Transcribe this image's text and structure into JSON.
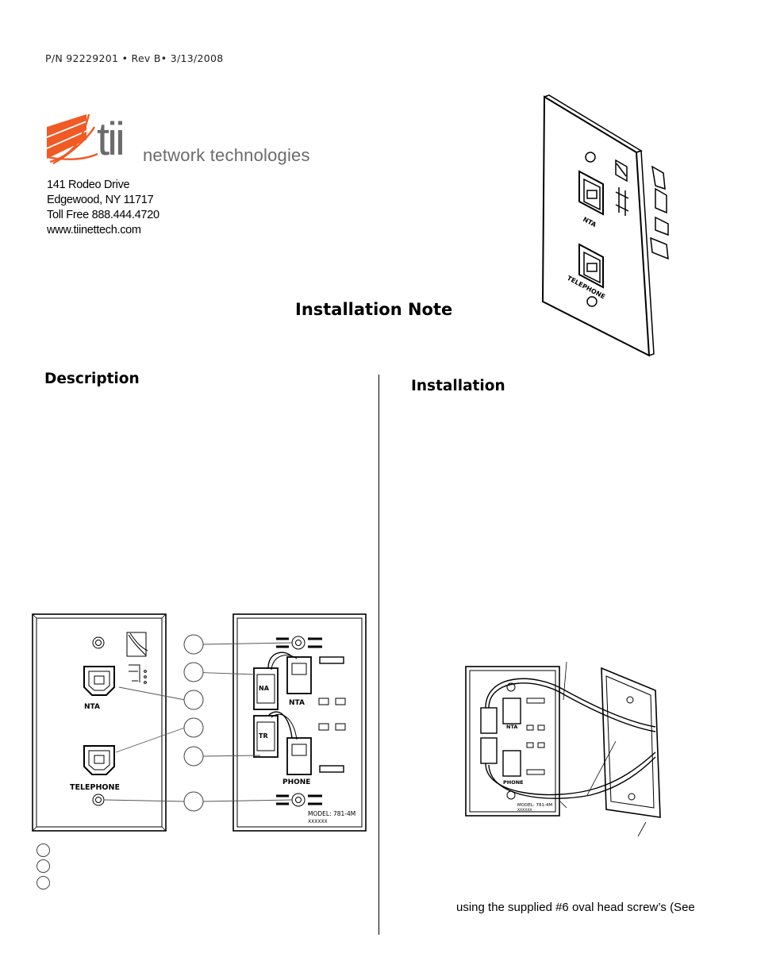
{
  "header": {
    "part_number": "P/N 92229201 • Rev B• 3/13/2008"
  },
  "logo": {
    "wordmark": "tii",
    "tagline": "network technologies",
    "accent_color": "#f15a24"
  },
  "address": {
    "line1": "141 Rodeo Drive",
    "line2": "Edgewood, NY 11717",
    "line3": "Toll Free 888.444.4720",
    "line4": "www.tiinettech.com"
  },
  "document": {
    "title": "Installation Note"
  },
  "sections": {
    "description": "Description",
    "installation": "Installation"
  },
  "photo_labels": {
    "upper_jack": "NTA",
    "lower_jack": "TELEPHONE"
  },
  "front_diagram": {
    "jack_top": "NTA",
    "jack_bottom": "TELEPHONE"
  },
  "rear_diagram": {
    "module_top": "NA",
    "module_bottom": "TR",
    "jack_top": "NTA",
    "jack_bottom": "PHONE",
    "model": "MODEL: 781-4M",
    "serial": "XXXXXX"
  },
  "install_diagram": {
    "jack_top": "NTA",
    "jack_bottom": "PHONE",
    "model": "MODEL: 781-4M",
    "serial": "XXXXXX"
  },
  "installation_text": {
    "snippet": "using the supplied #6 oval head screw’s (See"
  }
}
